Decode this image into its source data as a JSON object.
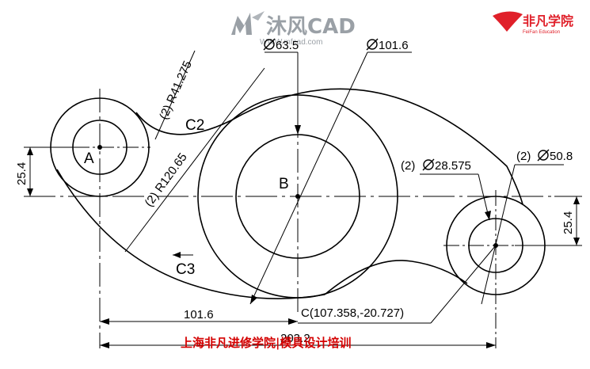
{
  "watermark": {
    "brand": "沐风CAD",
    "url": "WWW.mfcad.com",
    "logo_right": "非凡学院",
    "logo_right_sub": "FeiFan Education"
  },
  "points": {
    "a": "A",
    "b": "B",
    "c2": "C2",
    "c3": "C3"
  },
  "dims": {
    "d63": "63.5",
    "d101": "101.6",
    "r41": "(2) R41.275",
    "r120": "(2) R120.65",
    "d28": "28.575",
    "d28_prefix": "(2)",
    "d50": "50.8",
    "d50_prefix": "(2)",
    "v_left": "25.4",
    "v_right": "25.4",
    "h_101": "101.6",
    "h_total": "203.2",
    "coord_c": "C(107.358,-20.727)"
  },
  "footer": "上海非凡进修学院|模具设计培训",
  "colors": {
    "line": "#000000",
    "footer": "#d40000",
    "watermark": "#9aa0a6"
  }
}
